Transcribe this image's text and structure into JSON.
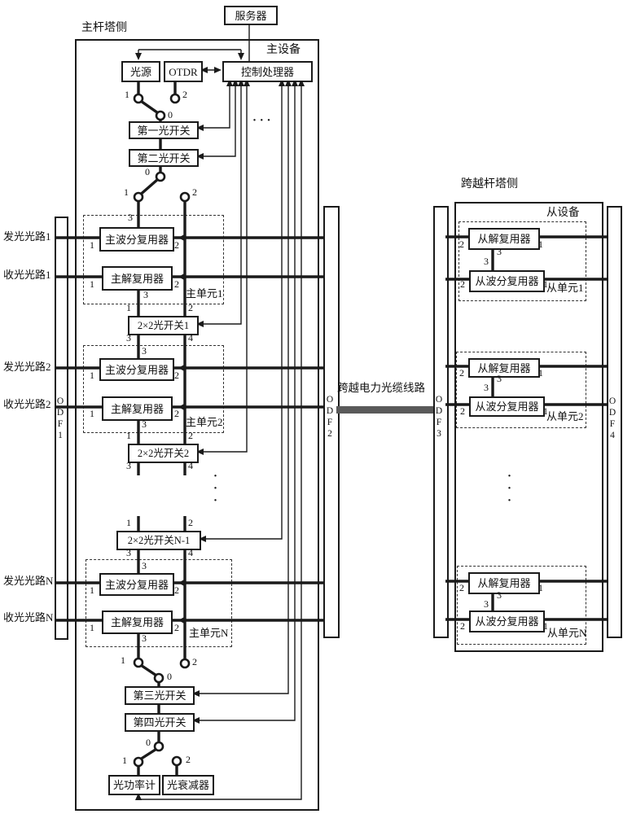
{
  "labels": {
    "server": "服务器",
    "main_tower_side": "主杆塔侧",
    "main_device": "主设备",
    "light_source": "光源",
    "otdr": "OTDR",
    "controller": "控制处理器",
    "first_optical_switch": "第一光开关",
    "second_optical_switch": "第二光开关",
    "third_optical_switch": "第三光开关",
    "fourth_optical_switch": "第四光开关",
    "main_wdm": "主波分复用器",
    "main_demux": "主解复用器",
    "switch_2x2_1": "2×2光开关1",
    "switch_2x2_2": "2×2光开关2",
    "switch_2x2_n1": "2×2光开关N-1",
    "main_unit_1": "主单元1",
    "main_unit_2": "主单元2",
    "main_unit_n": "主单元N",
    "power_meter": "光功率计",
    "attenuator": "光衰减器",
    "crossing_tower_side": "跨越杆塔侧",
    "slave_device": "从设备",
    "slave_demux": "从解复用器",
    "slave_wdm": "从波分复用器",
    "slave_unit_1": "从单元1",
    "slave_unit_2": "从单元2",
    "slave_unit_n": "从单元N",
    "crossing_cable": "跨越电力光缆线路",
    "odf1": "ODF1",
    "odf2": "ODF2",
    "odf3": "ODF3",
    "odf4": "ODF4",
    "tx_path_1": "发光光路1",
    "rx_path_1": "收光光路1",
    "tx_path_2": "发光光路2",
    "rx_path_2": "收光光路2",
    "tx_path_n": "发光光路N",
    "rx_path_n": "收光光路N"
  },
  "ports": {
    "p0": "0",
    "p1": "1",
    "p2": "2",
    "p3": "3",
    "p4": "4"
  },
  "misc": {
    "hdots": "· · ·",
    "dot": "·"
  },
  "colors": {
    "line": "#1a1a1a",
    "cable": "#5a5a5a",
    "background": "#ffffff"
  }
}
